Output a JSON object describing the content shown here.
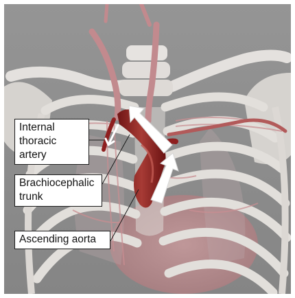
{
  "figure": {
    "labels": {
      "internal_thoracic_artery": [
        "Internal",
        "thoracic",
        "artery"
      ],
      "brachiocephalic_trunk": [
        "Brachiocephalic",
        "trunk"
      ],
      "ascending_aorta": [
        "Ascending aorta"
      ]
    },
    "colors": {
      "background": "#8d8d8d",
      "bone": "#e4e1de",
      "vessel_faint": "#c98e92",
      "aorta": "#8e1f1f",
      "aorta_highlight": "#b74a44",
      "arrow": "#ffffff",
      "label_border": "#1a1a1a"
    },
    "icons": [
      "flow-arrow-down-icon",
      "flow-arrow-up-left-icon",
      "flow-arrow-up-icon"
    ]
  }
}
